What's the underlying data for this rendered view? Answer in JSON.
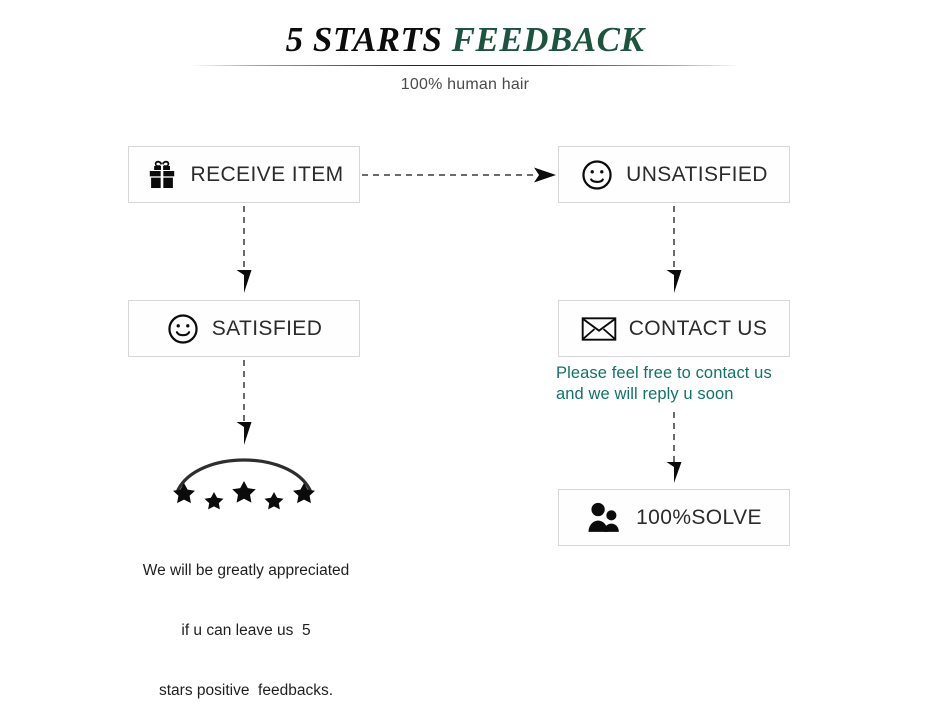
{
  "header": {
    "title_part1": "5 STARTS ",
    "title_part2": "FEEDBACK",
    "subtitle": "100% human hair",
    "accent_color": "#1d5440",
    "divider_color": "#19191e"
  },
  "nodes": [
    {
      "id": "receive",
      "label": "RECEIVE ITEM",
      "icon": "gift-box-icon"
    },
    {
      "id": "unsatisfied",
      "label": "UNSATISFIED",
      "icon": "sad-face-icon"
    },
    {
      "id": "satisfied",
      "label": "SATISFIED",
      "icon": "happy-face-icon"
    },
    {
      "id": "contact",
      "label": "CONTACT US",
      "icon": "envelope-icon"
    },
    {
      "id": "solve",
      "label": "100%SOLVE",
      "icon": "two-people-icon"
    }
  ],
  "note": {
    "line1": "Please feel free to contact us",
    "line2": "and we will reply u soon",
    "color": "#13716a"
  },
  "stars": {
    "icon": "five-stars-arc-icon",
    "count": 5,
    "arc": "arc-line"
  },
  "caption": {
    "line1": "We will be greatly appreciated",
    "line2": "if u can leave us  5",
    "line3": "stars positive  feedbacks."
  },
  "arrows": [
    {
      "id": "receive-to-unsatisfied",
      "direction": "right",
      "style": "dashed"
    },
    {
      "id": "receive-to-satisfied",
      "direction": "down",
      "style": "dashed"
    },
    {
      "id": "unsatisfied-to-contact",
      "direction": "down",
      "style": "dashed"
    },
    {
      "id": "satisfied-to-stars",
      "direction": "down",
      "style": "dashed"
    },
    {
      "id": "contact-to-solve",
      "direction": "down",
      "style": "dashed"
    }
  ]
}
